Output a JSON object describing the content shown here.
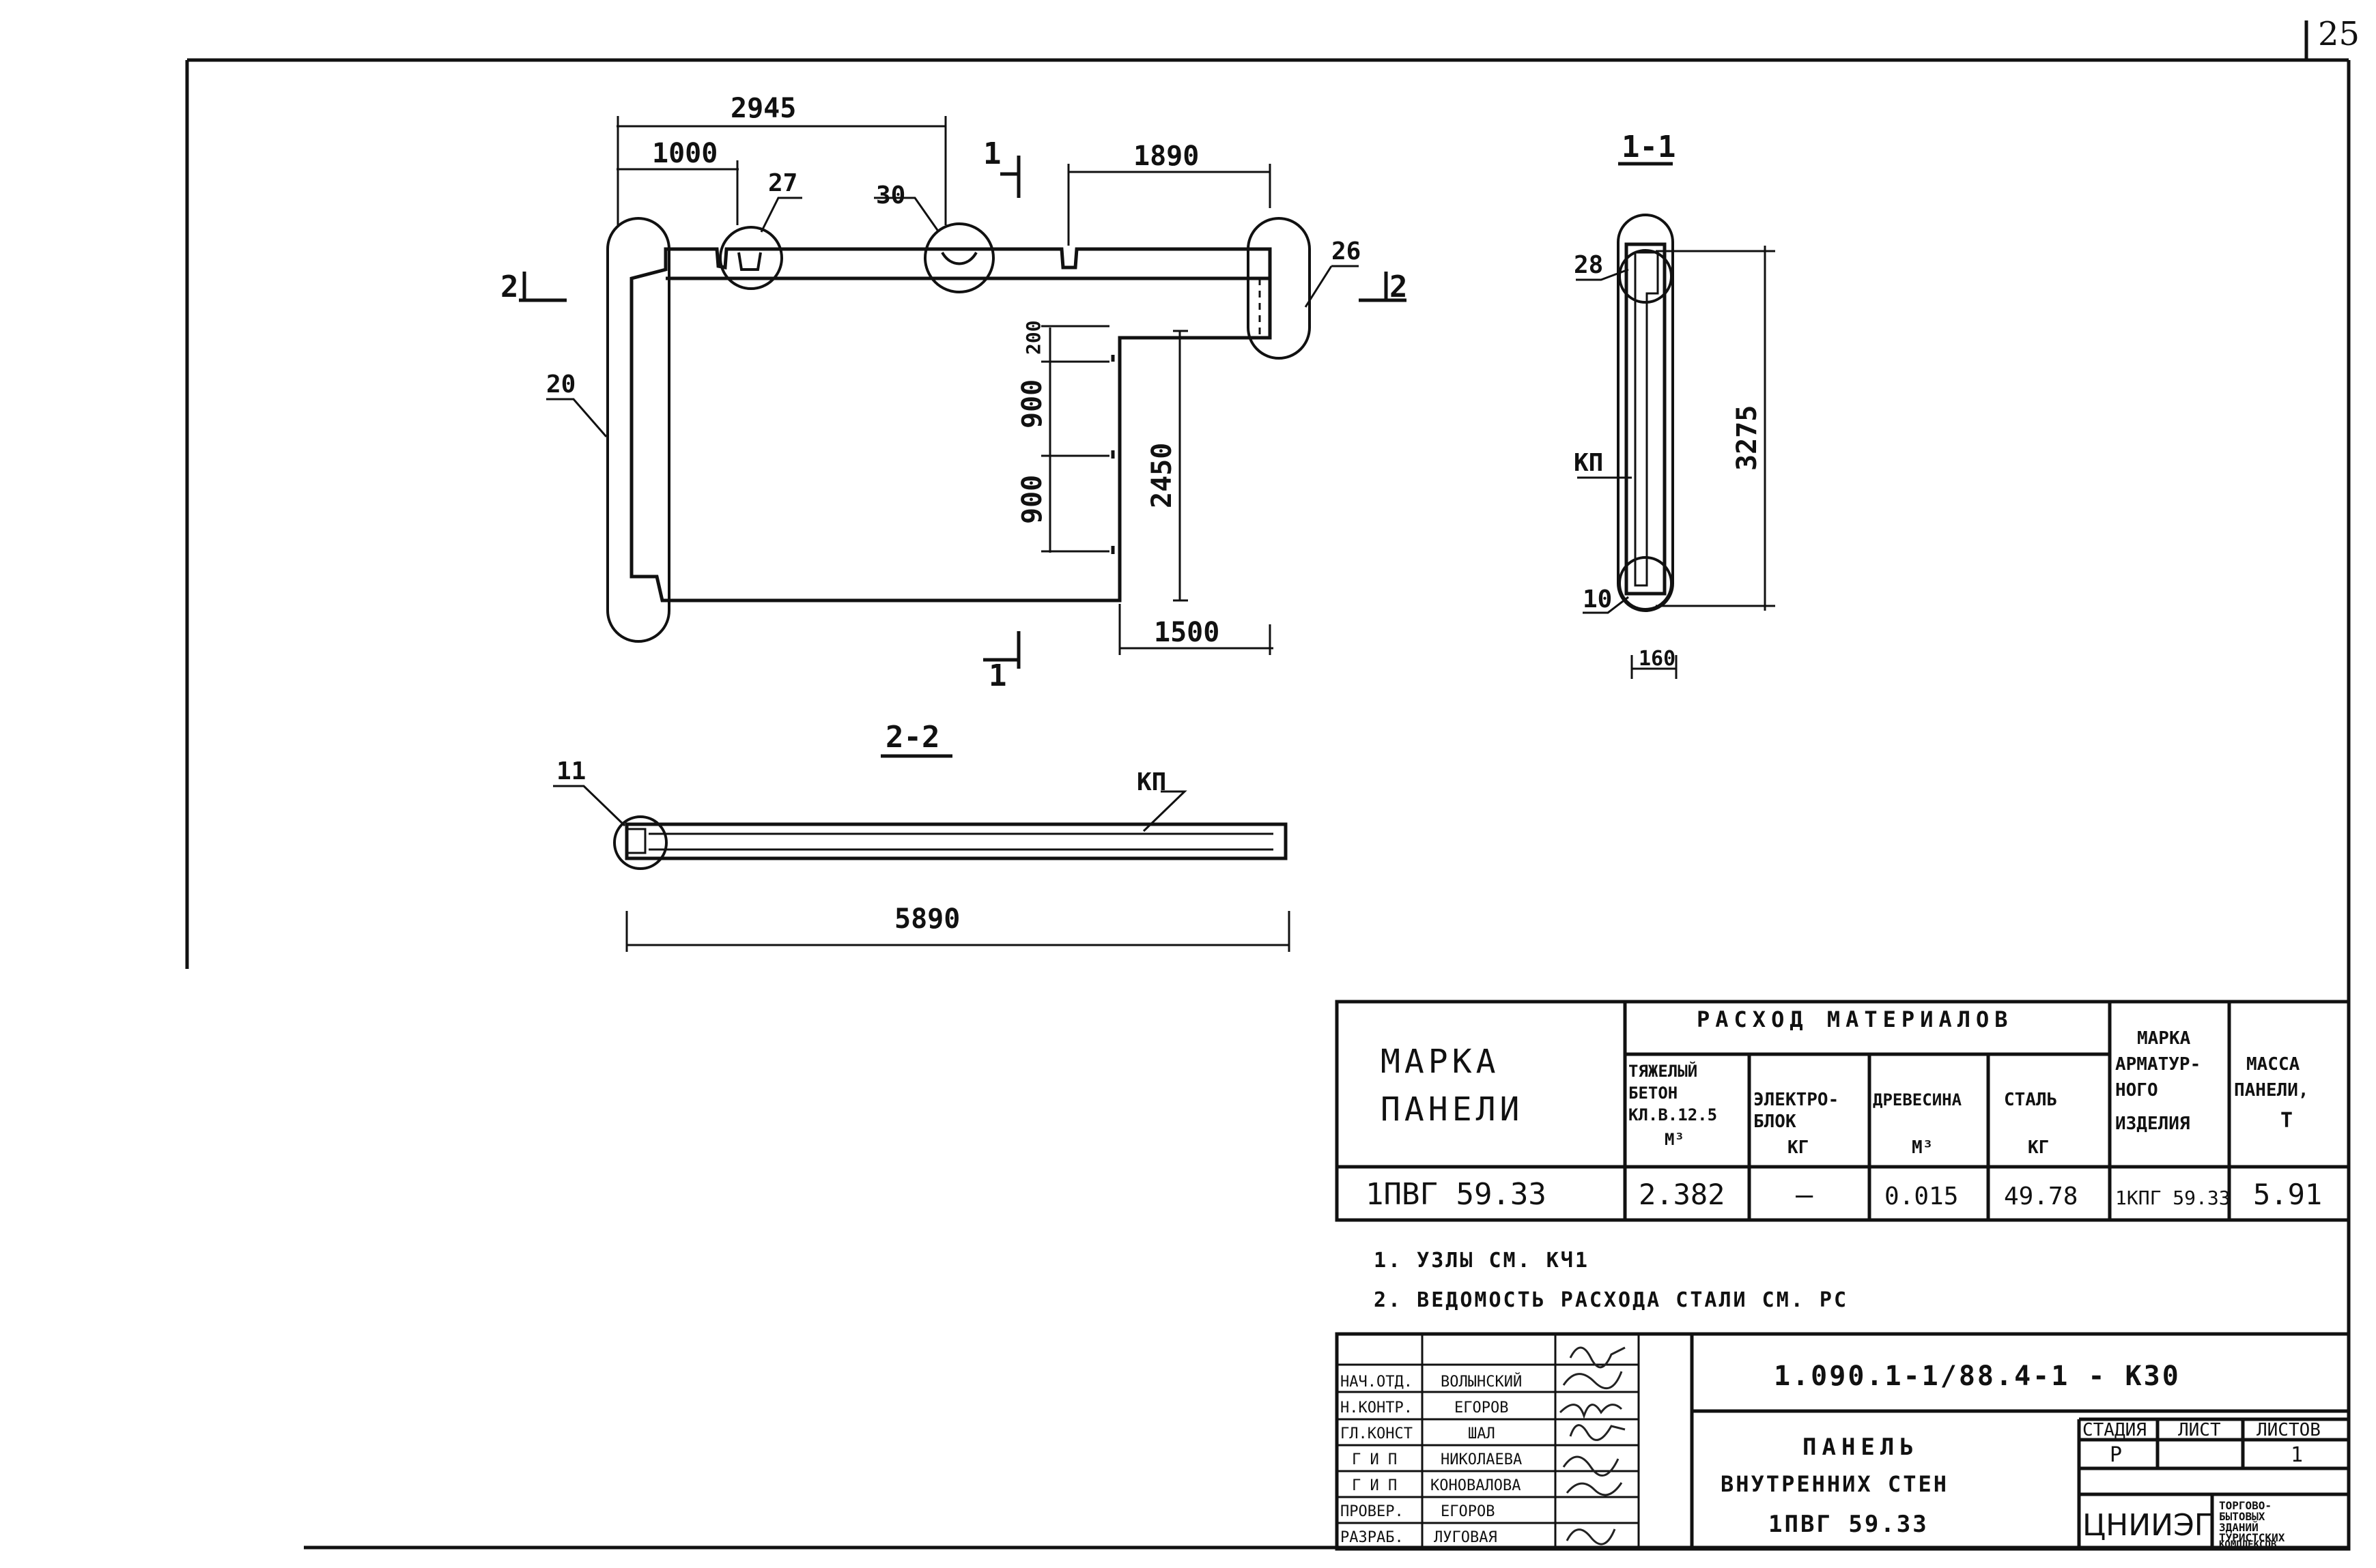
{
  "sheet_number": "25",
  "drawing": {
    "dims": {
      "d2945": "2945",
      "d1000": "1000",
      "d1890": "1890",
      "d200": "200",
      "d900a": "900",
      "d900b": "900",
      "d2450": "2450",
      "d1500": "1500",
      "d5890": "5890",
      "d3275": "3275",
      "d160": "160"
    },
    "callouts": {
      "c27": "27",
      "c30": "30",
      "c26": "26",
      "c20": "20",
      "c28": "28",
      "kp1": "КП",
      "c10": "10",
      "c11": "11",
      "kp2": "КП"
    },
    "cut_marks": {
      "one": "1",
      "two": "2"
    },
    "section_titles": {
      "s11": "1-1",
      "s22": "2-2"
    }
  },
  "materials_table": {
    "mark_header": [
      "МАРКА",
      "ПАНЕЛИ"
    ],
    "consumption_header": "РАСХОД МАТЕРИАЛОВ",
    "col_concrete": [
      "ТЯЖЕЛЫЙ",
      "БЕТОН",
      "КЛ.В.12.5",
      "М³"
    ],
    "col_electrode": [
      "ЭЛЕКТРО-",
      "БЛОК",
      "КГ"
    ],
    "col_wood": [
      "ДРЕВЕСИНА",
      "М³"
    ],
    "col_steel": [
      "СТАЛЬ",
      "КГ"
    ],
    "col_rebar_mark": [
      "МАРКА",
      "АРМАТУР-",
      "НОГО",
      "ИЗДЕЛИЯ"
    ],
    "col_mass": [
      "МАССА",
      "ПАНЕЛИ,",
      "Т"
    ],
    "row": {
      "mark": "1ПВГ 59.33",
      "concrete": "2.382",
      "electrode": "—",
      "wood": "0.015",
      "steel": "49.78",
      "rebar_mark": "1КПГ 59.33",
      "mass": "5.91"
    }
  },
  "notes": [
    "1. УЗЛЫ СМ. КЧ1",
    "2. ВЕДОМОСТЬ РАСХОДА СТАЛИ СМ. РС"
  ],
  "title_block": {
    "document_code": "1.090.1-1/88.4-1 - К30",
    "signatures": [
      {
        "role": "НАЧ.ОТД.",
        "name": "ВОЛЫНСКИЙ"
      },
      {
        "role": "Н.КОНТР.",
        "name": "ЕГОРОВ"
      },
      {
        "role": "ГЛ.КОНСТ",
        "name": "ШАЛ"
      },
      {
        "role": "Г И П",
        "name": "НИКОЛАЕВА"
      },
      {
        "role": "Г И П",
        "name": "КОНОВАЛОВА"
      },
      {
        "role": "ПРОВЕР.",
        "name": "ЕГОРОВ"
      },
      {
        "role": "РАЗРАБ.",
        "name": "ЛУГОВАЯ"
      }
    ],
    "product_title": [
      "ПАНЕЛЬ",
      "ВНУТРЕННИХ СТЕН",
      "1ПВГ 59.33"
    ],
    "stage_label": "СТАДИЯ",
    "sheet_label": "ЛИСТ",
    "sheets_label": "ЛИСТОВ",
    "stage_value": "Р",
    "sheets_value": "1",
    "org": "ЦНИИЭП",
    "org_subtitle": [
      "ТОРГОВО-",
      "БЫТОВЫХ",
      "ЗДАНИЙ",
      "ТУРИСТСКИХ",
      "КОМПЛЕКСОВ"
    ]
  }
}
